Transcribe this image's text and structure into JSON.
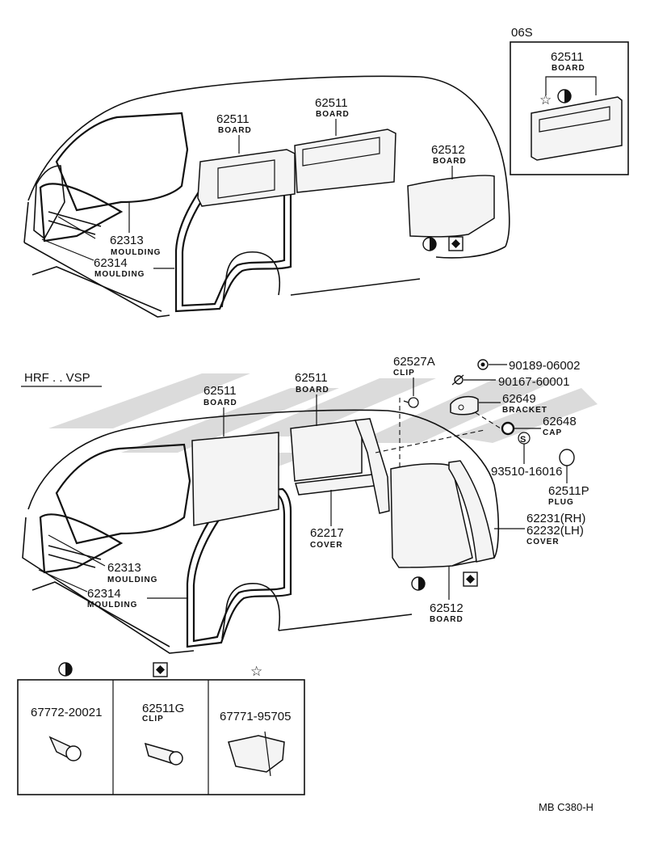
{
  "variant_top": "06S",
  "variant_bottom": "HRF . . VSP",
  "footer_code": "MB  C380-H",
  "symbols": {
    "half": "half-circle-symbol",
    "diamond": "square-diamond-symbol",
    "star": "☆"
  },
  "top_inset": {
    "part_no": "62511",
    "name": "BOARD"
  },
  "top_labels": [
    {
      "part_no": "62511",
      "name": "BOARD"
    },
    {
      "part_no": "62511",
      "name": "BOARD"
    },
    {
      "part_no": "62512",
      "name": "BOARD"
    },
    {
      "part_no": "62313",
      "name": "MOULDING"
    },
    {
      "part_no": "62314",
      "name": "MOULDING"
    }
  ],
  "bottom_labels": [
    {
      "part_no": "62511",
      "name": "BOARD"
    },
    {
      "part_no": "62511",
      "name": "BOARD"
    },
    {
      "part_no": "62527A",
      "name": "CLIP"
    },
    {
      "part_no": "90189-06002",
      "name": ""
    },
    {
      "part_no": "90167-60001",
      "name": ""
    },
    {
      "part_no": "62649",
      "name": "BRACKET"
    },
    {
      "part_no": "62648",
      "name": "CAP"
    },
    {
      "part_no": "93510-16016",
      "name": ""
    },
    {
      "part_no": "62511P",
      "name": "PLUG"
    },
    {
      "part_no": "62231(RH)",
      "name": ""
    },
    {
      "part_no": "62232(LH)",
      "name": "COVER"
    },
    {
      "part_no": "62217",
      "name": "COVER"
    },
    {
      "part_no": "62313",
      "name": "MOULDING"
    },
    {
      "part_no": "62314",
      "name": "MOULDING"
    },
    {
      "part_no": "62512",
      "name": "BOARD"
    }
  ],
  "fastener_table": [
    {
      "part_no": "67772-20021",
      "name": ""
    },
    {
      "part_no": "62511G",
      "name": "CLIP"
    },
    {
      "part_no": "67771-95705",
      "name": ""
    }
  ]
}
